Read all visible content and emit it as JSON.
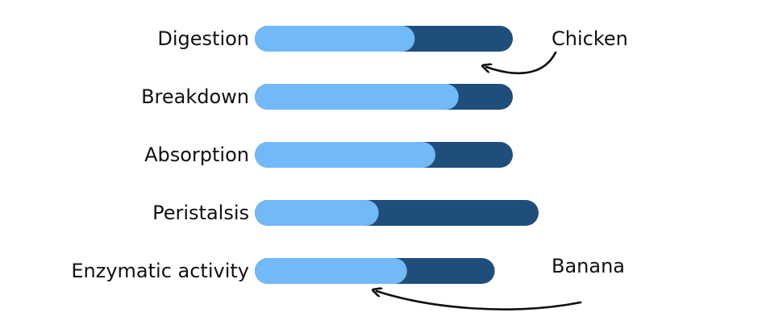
{
  "chart_data": {
    "type": "bar",
    "orientation": "horizontal",
    "stacked": true,
    "categories": [
      "Digestion",
      "Breakdown",
      "Absorption",
      "Peristalsis",
      "Enzymatic activity"
    ],
    "series": [
      {
        "name": "Banana",
        "color": "#72b9f7",
        "values": [
          62,
          79,
          70,
          48,
          59
        ]
      },
      {
        "name": "Chicken",
        "color": "#1f4e7b",
        "values": [
          38,
          21,
          30,
          62,
          34
        ]
      }
    ],
    "grid": false,
    "axes_visible": false,
    "legend": {
      "placement": "right",
      "entries": [
        "Chicken",
        "Banana"
      ],
      "arrows": true
    }
  }
}
